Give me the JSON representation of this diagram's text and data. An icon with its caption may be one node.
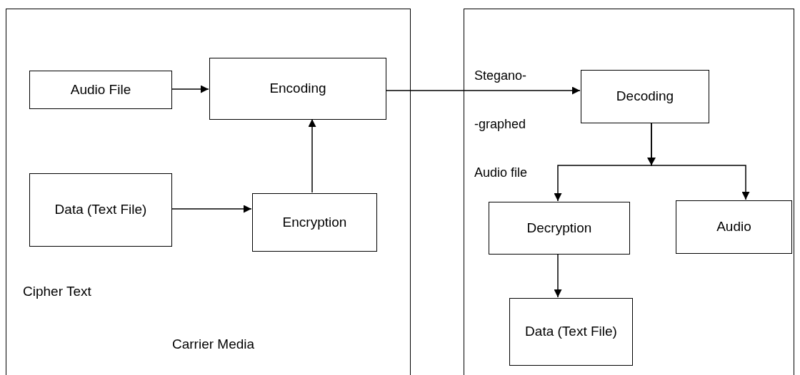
{
  "diagram": {
    "nodes": [
      {
        "text": [
          "Carrier Media"
        ]
      },
      {
        "text": [
          "Audio File"
        ],
        "in": 0
      },
      {
        "text": [
          "Encoding"
        ],
        "in": 0
      },
      {
        "text": [
          "Data (Text File)"
        ],
        "in": 0
      },
      {
        "text": [
          "Encryption"
        ],
        "in": 0
      },
      {
        "text": [],
        "shape": "box"
      },
      {
        "text": [
          "Decoding"
        ],
        "in": 5
      },
      {
        "text": [
          "Decryption"
        ],
        "in": 5
      },
      {
        "text": [
          "Audio"
        ],
        "in": 5
      },
      {
        "text": [
          "Data (Text File)"
        ],
        "in": 5
      }
    ],
    "edges": [
      {
        "from": 1,
        "to": 2,
        "arrow": "to"
      },
      {
        "from": 3,
        "to": 4,
        "arrow": "to"
      },
      {
        "from": 4,
        "to": 2,
        "arrow": "to"
      },
      {
        "from": 2,
        "to": 6,
        "arrow": "to",
        "label": "Stegano- -graphed Audio file"
      },
      {
        "from": 6,
        "to": 7,
        "arrow": "to"
      },
      {
        "from": 6,
        "to": 8,
        "arrow": "to"
      },
      {
        "from": 7,
        "to": 9,
        "arrow": "to"
      }
    ],
    "labels": [
      "Cipher Text"
    ]
  }
}
